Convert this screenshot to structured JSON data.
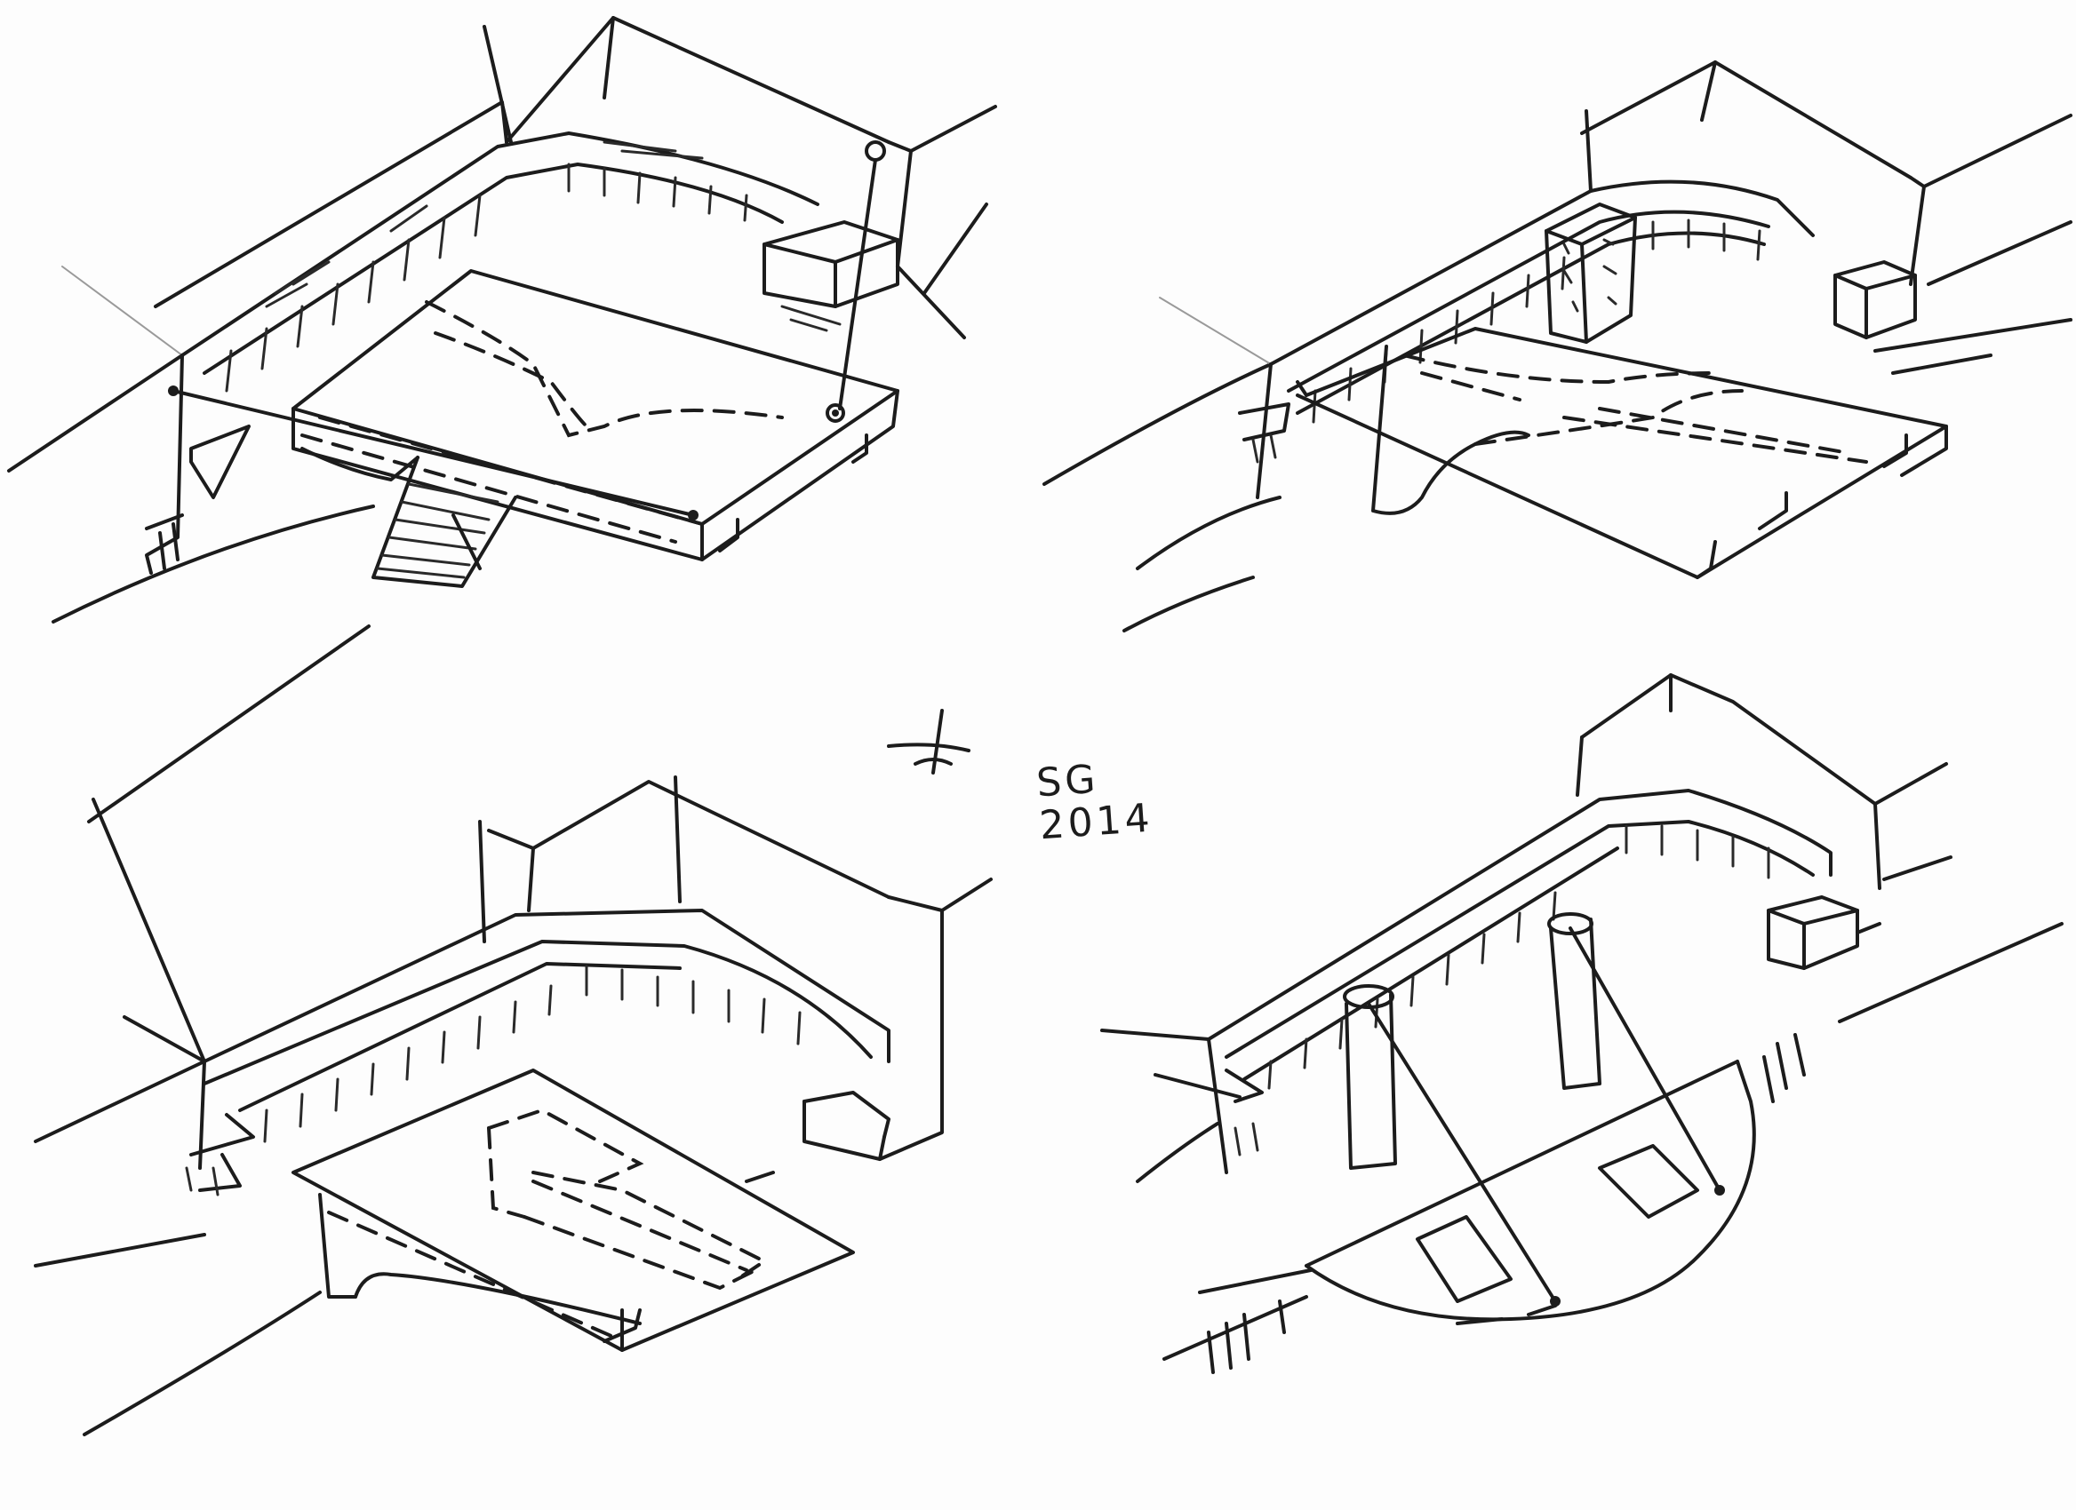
{
  "signature": {
    "initials": "SG",
    "year": "2014"
  },
  "colors": {
    "paper": "#fdfdfd",
    "ink": "#1c1c1c"
  },
  "panels": [
    {
      "id": "top-left",
      "variant": "raised platform with stair and tension rods"
    },
    {
      "id": "top-right",
      "variant": "platform with service tower"
    },
    {
      "id": "bottom-left",
      "variant": "cantilevered platform with recessed bench"
    },
    {
      "id": "bottom-right",
      "variant": "half-round deck suspended from two columns"
    }
  ]
}
